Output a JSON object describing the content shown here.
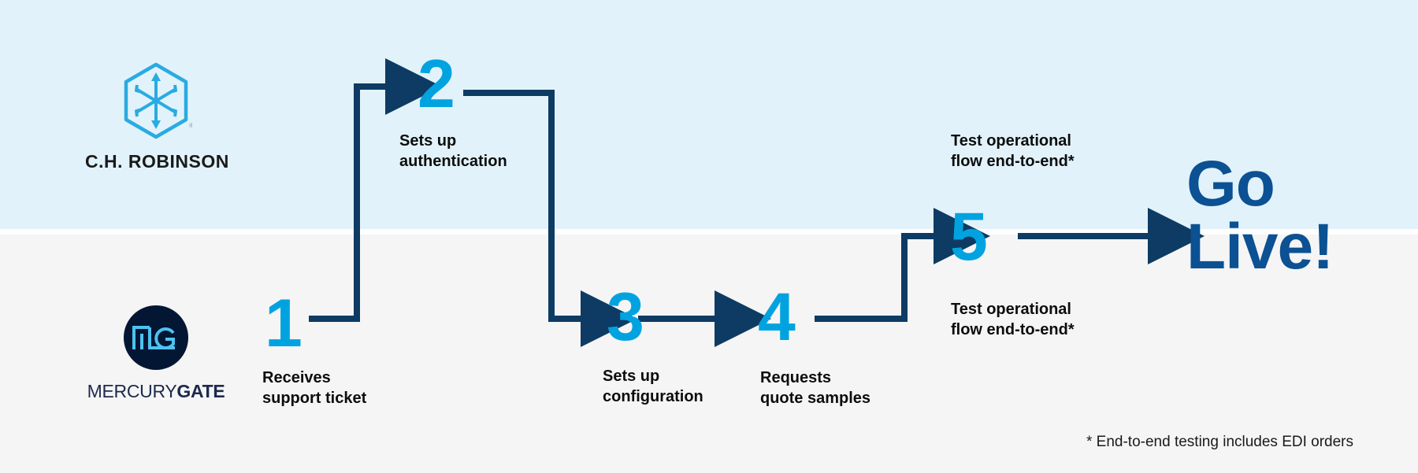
{
  "theme": {
    "band_top_color": "#e2f2fb",
    "band_bottom_color": "#f5f5f5",
    "number_color": "#00a3e0",
    "connector_color": "#0d3b63",
    "golive_color": "#0b5193",
    "chr_mark_color": "#29abe2",
    "mg_circle_color": "#031634",
    "mg_mark_color": "#4cc3f0",
    "label_color": "#0d0d0d"
  },
  "logos": {
    "chrobinson": {
      "icon": "cube-arrows-hexagon-icon",
      "wordmark": "C.H. ROBINSON"
    },
    "mercurygate": {
      "icon": "mg-monogram-icon",
      "wordmark_light": "MERCURY",
      "wordmark_bold": "GATE"
    }
  },
  "steps": [
    {
      "number": "1",
      "label": "Receives\nsupport ticket",
      "lane": "bottom"
    },
    {
      "number": "2",
      "label": "Sets up\nauthentication",
      "lane": "top"
    },
    {
      "number": "3",
      "label": "Sets up\nconfiguration",
      "lane": "bottom"
    },
    {
      "number": "4",
      "label": "Requests\nquote samples",
      "lane": "bottom"
    },
    {
      "number": "5",
      "label_top": "Test operational\nflow end-to-end*",
      "label_bottom": "Test operational\nflow end-to-end*",
      "lane": "split"
    }
  ],
  "outcome": {
    "text": "Go\nLive!"
  },
  "footnote": {
    "text": "* End-to-end testing includes EDI orders"
  }
}
